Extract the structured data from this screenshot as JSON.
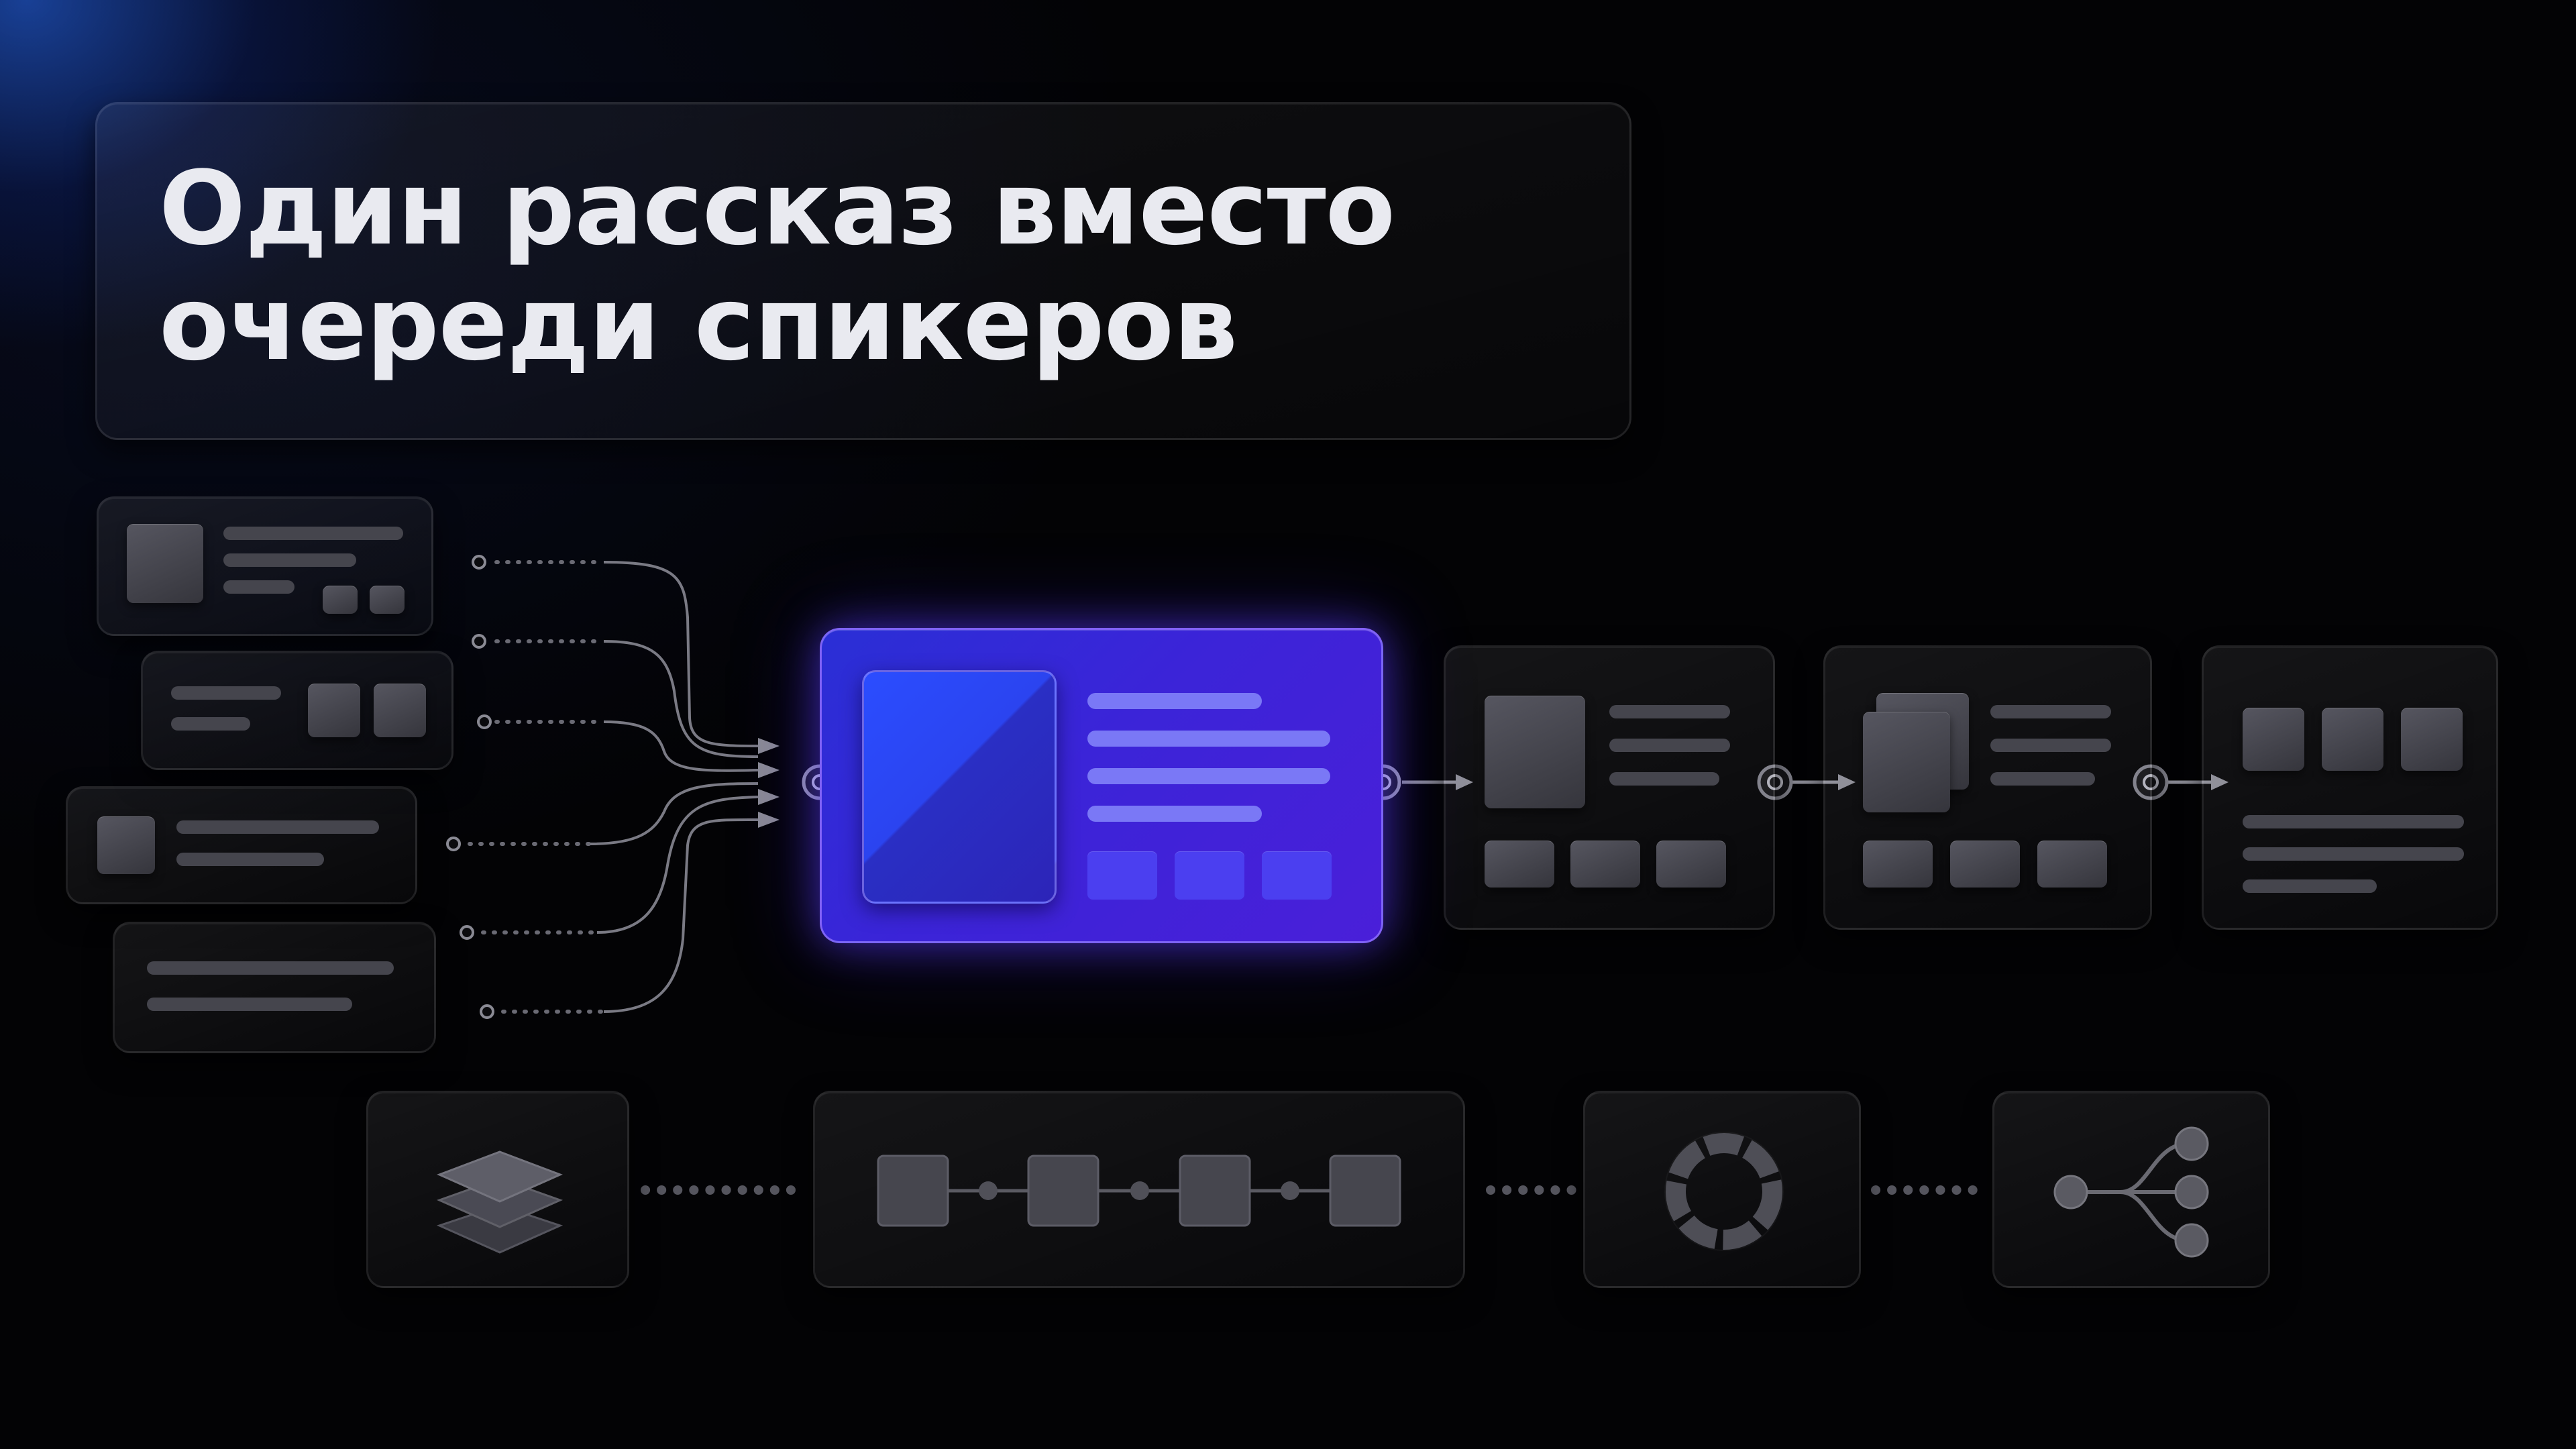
{
  "title": {
    "text": "Один рассказ вместо\nочереди спикеров"
  },
  "colors": {
    "background": "#030305",
    "accent_glow": "#286eff",
    "hub_fill": "#3b24d8",
    "card_fill": "#1a1a1e"
  },
  "diagram": {
    "input_cards": [
      "input-card-1",
      "input-card-2",
      "input-card-3",
      "input-card-4"
    ],
    "hub": "central-story-card",
    "output_cards": [
      "output-card-1",
      "output-card-2",
      "output-card-3"
    ],
    "bottom_icons": [
      "layers-icon",
      "linked-blocks-icon",
      "ring-icon",
      "branch-icon"
    ]
  }
}
